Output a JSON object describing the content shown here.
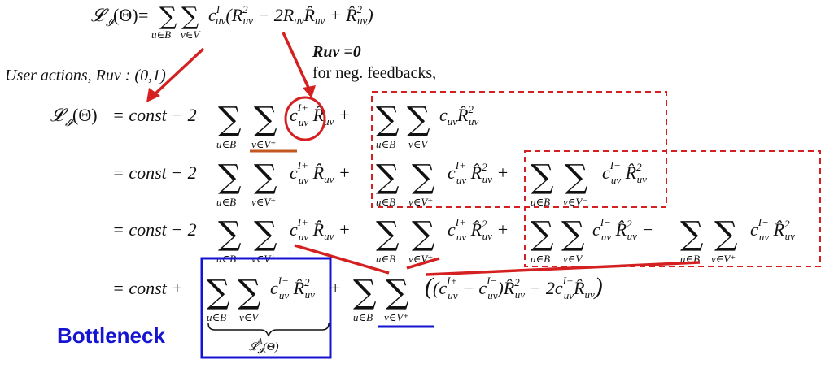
{
  "header": {
    "lhs": "𝓛",
    "lhs_sub": "𝓘",
    "lhs_arg": "(Θ)",
    "eq": "=",
    "sum1_sub": "u∈B",
    "sum2_sub": "v∈V",
    "first_line_body": "c",
    "first_line_sup": "I",
    "first_line_sub": "uv",
    "first_line_rest": "(R²uv − 2RuvR̂uv + R̂²uv)"
  },
  "annotations": {
    "user_actions": "User actions, Ruv : (0,1)",
    "ruv_zero": "Ruv =0",
    "neg_feedbacks": "for neg. feedbacks,"
  },
  "lines": {
    "line2": "= const − 2",
    "line3": "= const − 2",
    "line4": "= const − 2",
    "line5": "= const +",
    "sub_uB": "u∈B",
    "sub_vV": "v∈V",
    "sub_vVplus": "v∈V⁺",
    "sub_vVminus": "v∈V⁻",
    "cIplus": "cI+uv",
    "cIminus": "cI−uv",
    "cuv": "cuv",
    "Rhat": "R̂uv",
    "Rhat2": "R̂²uv",
    "plus": "+",
    "minus": "−",
    "final_term": "((cI+uv − cI−uv)R̂²uv − 2cI+uvR̂uv)",
    "underbrace_label": "𝓛ᴬ𝓘(Θ)"
  },
  "bottleneck": {
    "label": "Bottleneck",
    "color": "#1515d0"
  },
  "colors": {
    "red": "#d42020",
    "blue": "#1515d0",
    "orange": "#c2571f"
  }
}
